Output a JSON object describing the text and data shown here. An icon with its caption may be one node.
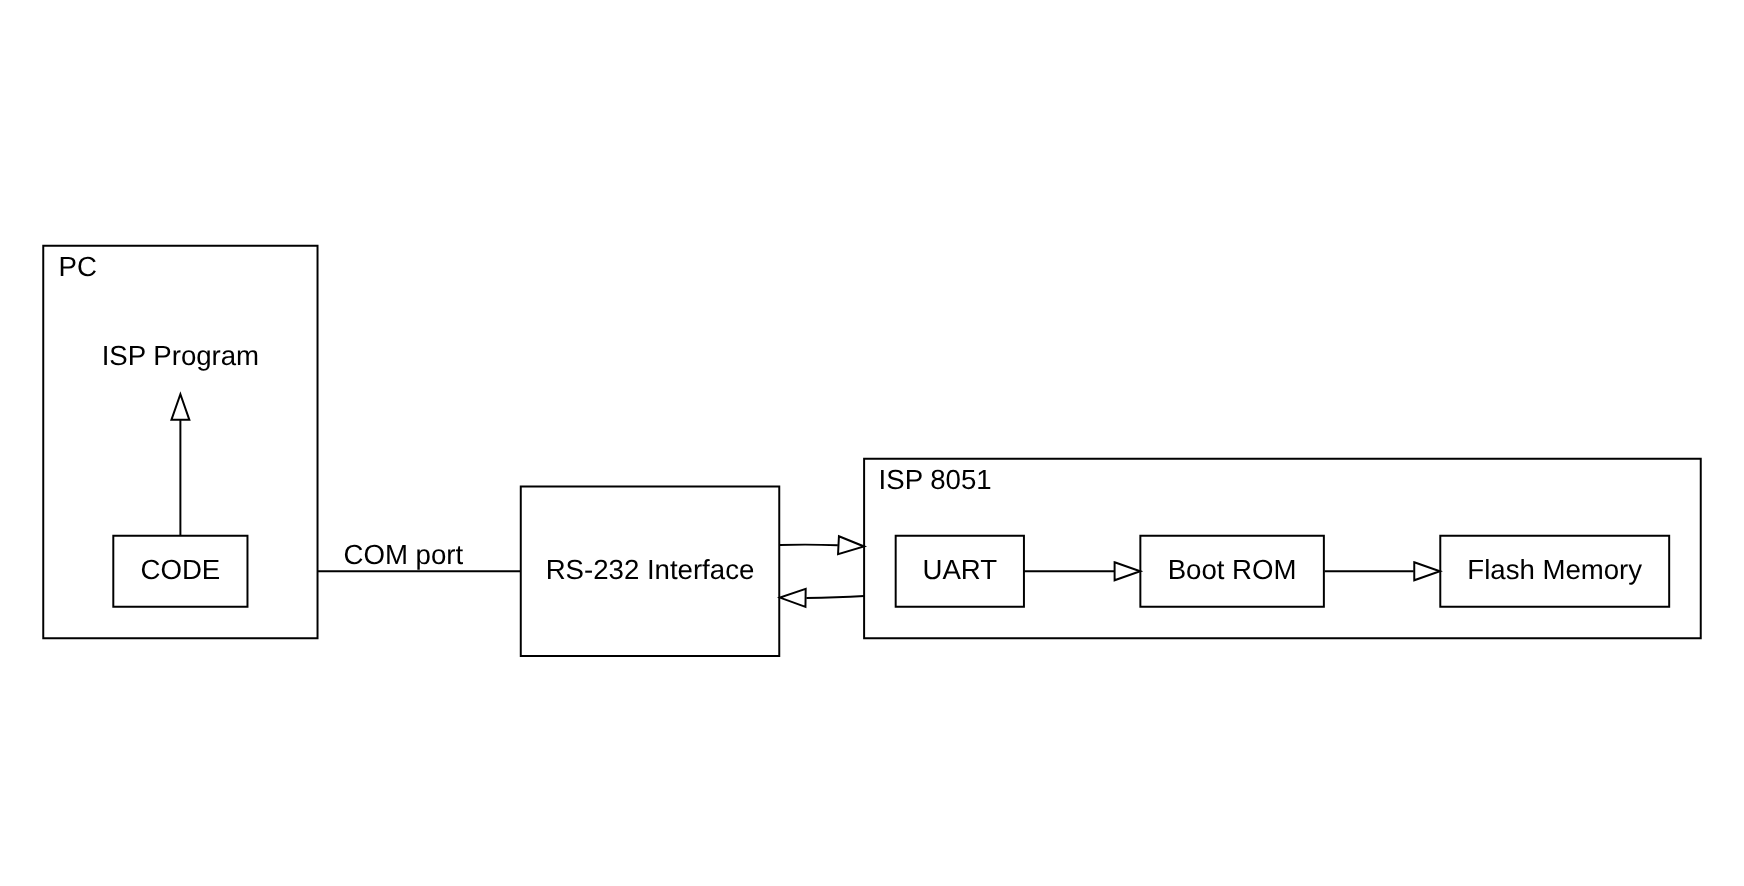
{
  "diagram": {
    "nodes": [
      {
        "text": [
          "PC"
        ]
      },
      {
        "text": [
          "ISP Program"
        ],
        "in": 0
      },
      {
        "text": [
          "CODE"
        ],
        "in": 0
      },
      {
        "text": [
          "RS-232 Interface"
        ]
      },
      {
        "text": [
          "ISP 8051"
        ]
      },
      {
        "text": [
          "UART"
        ],
        "in": 4
      },
      {
        "text": [
          "Boot ROM"
        ],
        "in": 4
      },
      {
        "text": [
          "Flash Memory"
        ],
        "in": 4
      }
    ],
    "edges": [
      {
        "from": 2,
        "to": 1,
        "arrow": "to"
      },
      {
        "from": 0,
        "to": 3,
        "arrow": "none",
        "label": "COM port"
      },
      {
        "from": 4,
        "to": 3,
        "arrow": "to"
      },
      {
        "from": 3,
        "to": 4,
        "arrow": "to"
      },
      {
        "from": 5,
        "to": 6,
        "arrow": "to"
      },
      {
        "from": 6,
        "to": 7,
        "arrow": "to"
      }
    ]
  }
}
